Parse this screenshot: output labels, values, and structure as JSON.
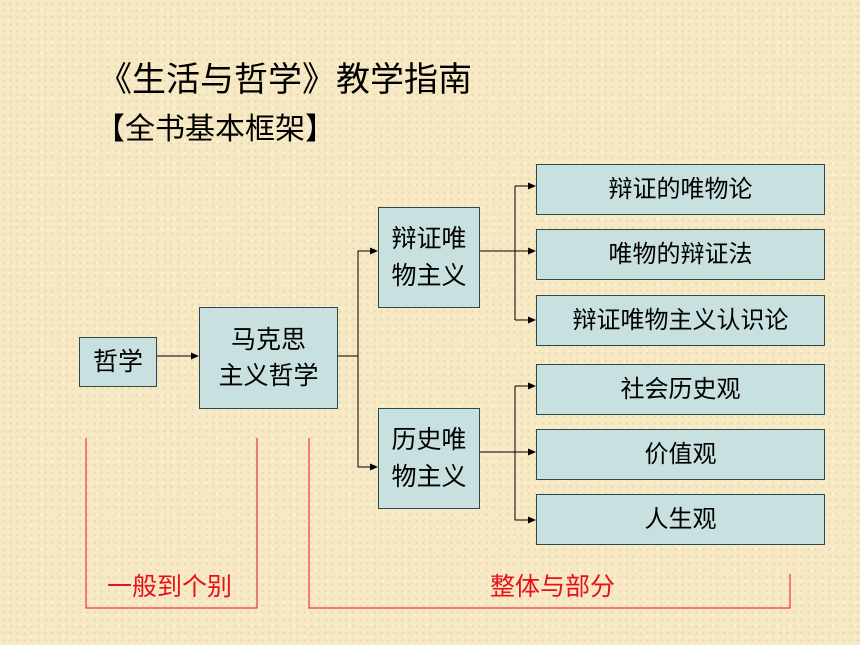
{
  "title": "《生活与哲学》教学指南",
  "subtitle": "【全书基本框架】",
  "nodes": {
    "root": "哲学",
    "marxism": "马克思\n主义哲学",
    "dialectical": "辩证唯\n物主义",
    "historical": "历史唯\n物主义",
    "leaf1": "辩证的唯物论",
    "leaf2": "唯物的辩证法",
    "leaf3": "辩证唯物主义认识论",
    "leaf4": "社会历史观",
    "leaf5": "价值观",
    "leaf6": "人生观"
  },
  "bracket_labels": {
    "left": "一般到个别",
    "right": "整体与部分"
  },
  "colors": {
    "background": "#f6e9c4",
    "box_fill": "#c8e0e0",
    "box_border": "#2d4a4a",
    "bracket_red": "#e8101a"
  }
}
